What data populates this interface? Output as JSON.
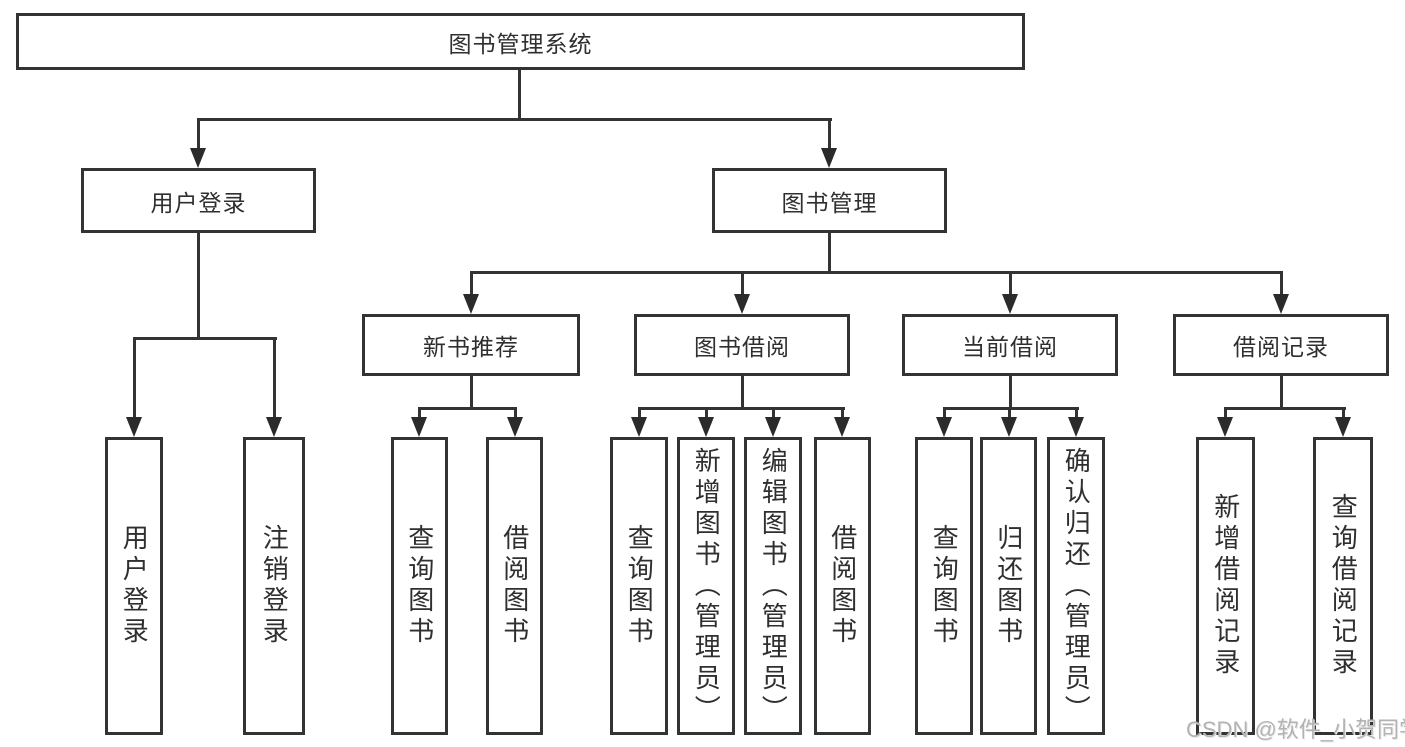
{
  "root": {
    "label": "图书管理系统"
  },
  "level2": [
    {
      "label": "用户登录"
    },
    {
      "label": "图书管理"
    }
  ],
  "level3": [
    {
      "label": "新书推荐"
    },
    {
      "label": "图书借阅"
    },
    {
      "label": "当前借阅"
    },
    {
      "label": "借阅记录"
    }
  ],
  "leaves": {
    "user_login": [
      "用户登录",
      "注销登录"
    ],
    "new_book_recommendation": [
      "查询图书",
      "借阅图书"
    ],
    "book_borrowing": [
      "查询图书",
      "新增图书（管理员）",
      "编辑图书（管理员）",
      "借阅图书"
    ],
    "current_borrowing": [
      "查询图书",
      "归还图书",
      "确认归还（管理员）"
    ],
    "borrowing_records": [
      "新增借阅记录",
      "查询借阅记录"
    ]
  },
  "watermark": {
    "text": "CSDN @软件_小贺同学"
  },
  "colors": {
    "line": "#333333",
    "box_border": "#333333",
    "box_fill": "#ffffff",
    "text": "#2f2f2f",
    "watermark": "#b3b3b3",
    "background": "#ffffff"
  }
}
